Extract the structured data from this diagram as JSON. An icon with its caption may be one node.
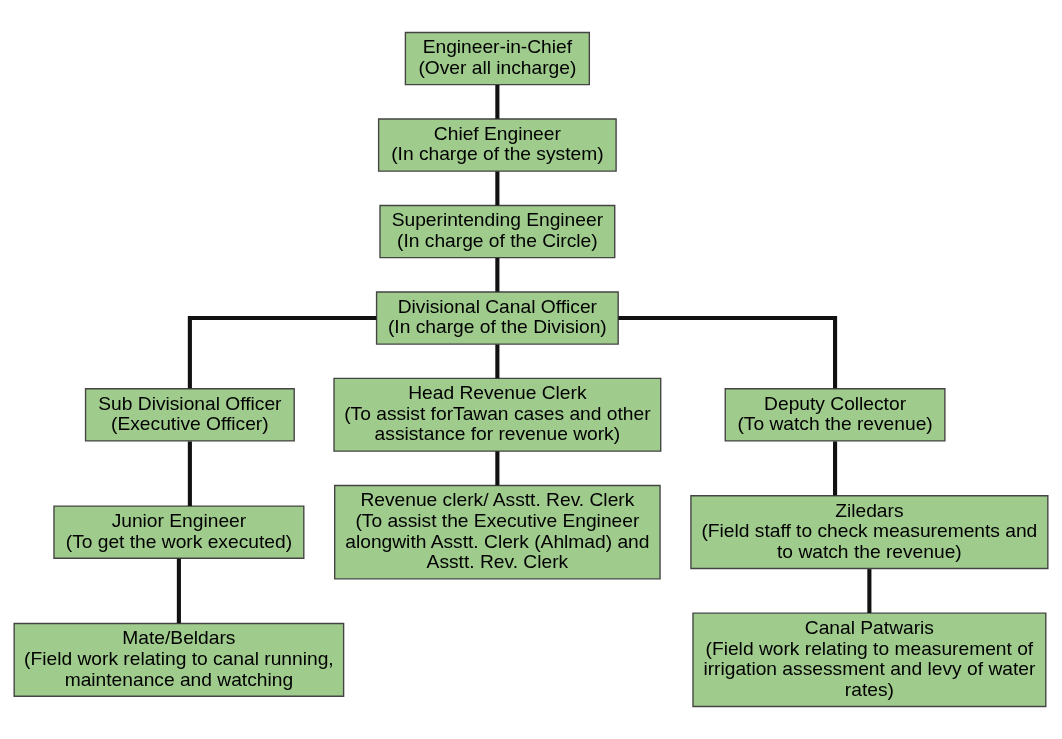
{
  "diagram": {
    "nodes": [
      {
        "text": [
          "Engineer-in-Chief",
          "(Over all incharge)"
        ]
      },
      {
        "text": [
          "Chief Engineer",
          "(In charge of the system)"
        ]
      },
      {
        "text": [
          "Superintending Engineer",
          "(In charge of the Circle)"
        ]
      },
      {
        "text": [
          "Divisional Canal Officer",
          "(In charge of the Division)"
        ]
      },
      {
        "text": [
          "Sub Divisional Officer",
          "(Executive Officer)"
        ]
      },
      {
        "text": [
          "Head Revenue Clerk",
          "(To assist forTawan cases and other assistance for revenue work)"
        ]
      },
      {
        "text": [
          "Deputy Collector",
          "(To watch the revenue)"
        ]
      },
      {
        "text": [
          "Junior Engineer",
          "(To get the work executed)"
        ]
      },
      {
        "text": [
          "Revenue clerk/ Asstt. Rev. Clerk",
          "(To assist the Executive Engineer alongwith Asstt. Clerk (Ahlmad) and Asstt. Rev. Clerk"
        ]
      },
      {
        "text": [
          "Ziledars",
          "(Field staff to check measurements and to watch the revenue)"
        ]
      },
      {
        "text": [
          "Mate/Beldars",
          "(Field work relating to canal running, maintenance and watching"
        ]
      },
      {
        "text": [
          "Canal Patwaris",
          "(Field work relating to measurement of irrigation assessment and levy of water rates)"
        ]
      }
    ],
    "edges": [
      {
        "from": 0,
        "to": 1,
        "arrow": "none"
      },
      {
        "from": 1,
        "to": 2,
        "arrow": "none"
      },
      {
        "from": 2,
        "to": 3,
        "arrow": "none"
      },
      {
        "from": 3,
        "to": 4,
        "arrow": "none"
      },
      {
        "from": 3,
        "to": 5,
        "arrow": "none"
      },
      {
        "from": 3,
        "to": 6,
        "arrow": "none"
      },
      {
        "from": 4,
        "to": 7,
        "arrow": "none"
      },
      {
        "from": 5,
        "to": 8,
        "arrow": "none"
      },
      {
        "from": 6,
        "to": 9,
        "arrow": "none"
      },
      {
        "from": 7,
        "to": 10,
        "arrow": "none"
      },
      {
        "from": 9,
        "to": 11,
        "arrow": "none"
      }
    ]
  }
}
